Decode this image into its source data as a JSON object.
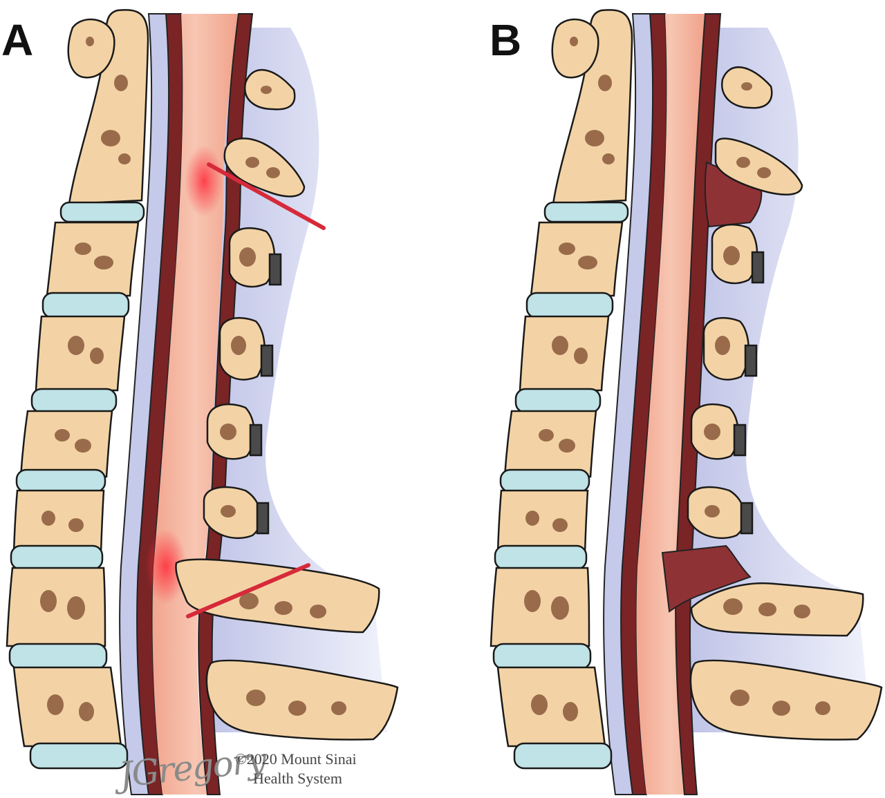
{
  "panels": [
    {
      "label": "A"
    },
    {
      "label": "B"
    }
  ],
  "credit": {
    "signature": "JGregory",
    "line1": "©2020 Mount Sinai",
    "line2": "Health System"
  },
  "colors": {
    "bone": "#f3d3a5",
    "bone_outline": "#1a1a1a",
    "bone_spots": "#8a5a3c",
    "disc": "#bfe3e6",
    "ligament": "#c9cbe6",
    "dura_dark": "#7a2426",
    "cord": "#f4b9a4",
    "fusion_red": "#d62a3a",
    "laminoplasty_hinge": "#8f3236"
  }
}
